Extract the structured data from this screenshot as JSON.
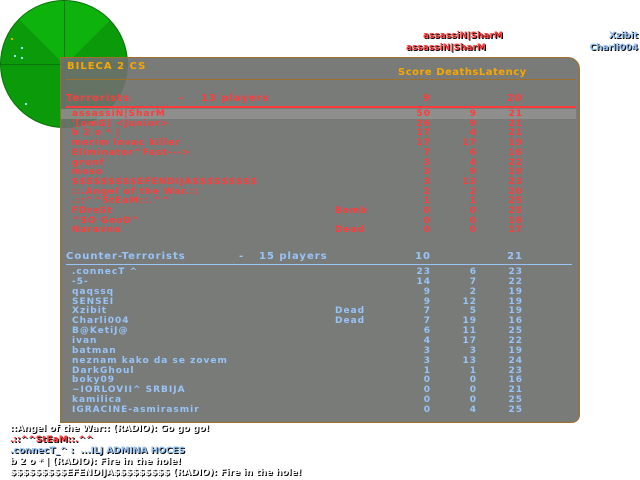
{
  "server_name": "BILECA 2 CS",
  "columns": {
    "score_header": "Score",
    "deaths_header": "Deaths",
    "latency_header": "Latency"
  },
  "killfeed": [
    {
      "killer": "assassiN|SharM",
      "victim": "Xzibit"
    },
    {
      "killer": "assassiN|SharM",
      "victim": "Charli004"
    }
  ],
  "terrorists": {
    "team": "Terrorists",
    "dash": "-",
    "count": "13 players",
    "score": "9",
    "latency": "20",
    "color": "#ff3c3c",
    "players": [
      {
        "name": "assassiN|SharM",
        "status": "",
        "score": "50",
        "deaths": "9",
        "latency": "21"
      },
      {
        "name": "'[omG] <Junior>",
        "status": "",
        "score": "26",
        "deaths": "9",
        "latency": "21"
      },
      {
        "name": "b 2 o * |",
        "status": "",
        "score": "17",
        "deaths": "4",
        "latency": "21"
      },
      {
        "name": "merim lovac killer",
        "status": "",
        "score": "17",
        "deaths": "17",
        "latency": "19"
      },
      {
        "name": "Eliminator^Fast--->",
        "status": "",
        "score": "7",
        "deaths": "6",
        "latency": "16"
      },
      {
        "name": "grunf",
        "status": "",
        "score": "3",
        "deaths": "4",
        "latency": "22"
      },
      {
        "name": "moso",
        "status": "",
        "score": "3",
        "deaths": "9",
        "latency": "19"
      },
      {
        "name": "$$$$$$$$$EFENDIJA$$$$$$$$$",
        "status": "",
        "score": "3",
        "deaths": "13",
        "latency": "23"
      },
      {
        "name": "::.Angel of the War.::",
        "status": "",
        "score": "2",
        "deaths": "2",
        "latency": "20"
      },
      {
        "name": ".::^^StEaM::.^^",
        "status": "",
        "score": "1",
        "deaths": "1",
        "latency": "25"
      },
      {
        "name": "FDreSt",
        "status": "Bomb",
        "score": "0",
        "deaths": "0",
        "latency": "25"
      },
      {
        "name": "^SO GooD^",
        "status": "",
        "score": "0",
        "deaths": "0",
        "latency": "18"
      },
      {
        "name": "Naravno",
        "status": "Dead",
        "score": "0",
        "deaths": "0",
        "latency": "17"
      }
    ]
  },
  "cts": {
    "team": "Counter-Terrorists",
    "dash": "-",
    "count": "15 players",
    "score": "10",
    "latency": "21",
    "color": "#98c4f8",
    "players": [
      {
        "name": ".connecT ^",
        "status": "",
        "score": "23",
        "deaths": "6",
        "latency": "23"
      },
      {
        "name": "-5-",
        "status": "",
        "score": "14",
        "deaths": "7",
        "latency": "22"
      },
      {
        "name": "qaqssq",
        "status": "",
        "score": "9",
        "deaths": "2",
        "latency": "19"
      },
      {
        "name": "SENSEI",
        "status": "",
        "score": "9",
        "deaths": "12",
        "latency": "19"
      },
      {
        "name": "Xzibit",
        "status": "Dead",
        "score": "7",
        "deaths": "5",
        "latency": "19"
      },
      {
        "name": "Charli004",
        "status": "Dead",
        "score": "7",
        "deaths": "19",
        "latency": "16"
      },
      {
        "name": "B@KetiJ@",
        "status": "",
        "score": "6",
        "deaths": "11",
        "latency": "25"
      },
      {
        "name": "ivan",
        "status": "",
        "score": "4",
        "deaths": "17",
        "latency": "22"
      },
      {
        "name": "batman",
        "status": "",
        "score": "3",
        "deaths": "3",
        "latency": "19"
      },
      {
        "name": "neznam kako da se zovem",
        "status": "",
        "score": "3",
        "deaths": "13",
        "latency": "24"
      },
      {
        "name": "DarkGhoul",
        "status": "",
        "score": "1",
        "deaths": "1",
        "latency": "23"
      },
      {
        "name": "boky09",
        "status": "",
        "score": "0",
        "deaths": "0",
        "latency": "16"
      },
      {
        "name": "~IORLOVII^ SRBIJA",
        "status": "",
        "score": "0",
        "deaths": "0",
        "latency": "21"
      },
      {
        "name": "kamilica",
        "status": "",
        "score": "0",
        "deaths": "0",
        "latency": "25"
      },
      {
        "name": "IGRACINE-asmirasmir",
        "status": "",
        "score": "0",
        "deaths": "4",
        "latency": "25"
      }
    ]
  },
  "chat": [
    {
      "text": "::Angel of the War:: (RADIO): Go go go!",
      "color": "#ffffff"
    },
    {
      "text": ".::^^StEaM::.^^",
      "color": "#ff3c3c"
    },
    {
      "text": ".connecT_^ :  ...ILJ ADMINA HOCES",
      "color": "#98c4f8"
    },
    {
      "text": "b 2 o * | (RADIO): Fire in the hole!",
      "color": "#ffffff"
    },
    {
      "text": "$$$$$$$$$EFENDIJA$$$$$$$$$ (RADIO): Fire in the hole!",
      "color": "#ffffff"
    }
  ]
}
